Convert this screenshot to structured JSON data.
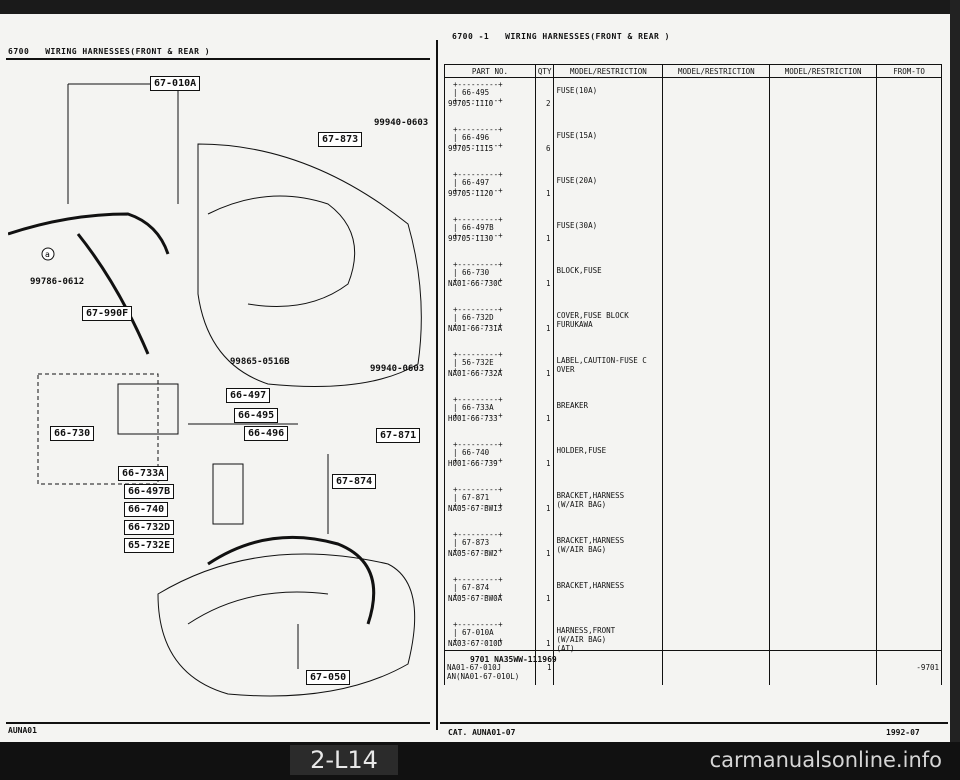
{
  "header": {
    "left_code": "6700",
    "left_title": "WIRING HARNESSES(FRONT & REAR )",
    "right_code": "6700  -1",
    "right_title": "WIRING HARNESSES(FRONT & REAR )"
  },
  "diagram": {
    "callouts": [
      "67-010A",
      "67-873",
      "67-990F",
      "66-497",
      "66-495",
      "66-496",
      "66-730",
      "66-733A",
      "66-497B",
      "66-740",
      "66-732D",
      "65-732E",
      "67-871",
      "67-874",
      "67-050"
    ],
    "part_numbers": [
      "99940-0603",
      "99786-0612",
      "99865-0516B",
      "99940-0603"
    ],
    "circle_mark": "a"
  },
  "table": {
    "headers": [
      "PART NO.",
      "QTY",
      "MODEL/RESTRICTION",
      "MODEL/RESTRICTION",
      "MODEL/RESTRICTION",
      "FROM-TO"
    ],
    "rows": [
      {
        "box": "66-495",
        "part": "99705-1110",
        "qty": "2",
        "desc": [
          "FUSE(10A)"
        ]
      },
      {
        "box": "66-496",
        "part": "99705-1115",
        "qty": "6",
        "desc": [
          "FUSE(15A)"
        ]
      },
      {
        "box": "66-497",
        "part": "99705-1120",
        "qty": "1",
        "desc": [
          "FUSE(20A)"
        ]
      },
      {
        "box": "66-497B",
        "part": "99705-1130",
        "qty": "1",
        "desc": [
          "FUSE(30A)"
        ]
      },
      {
        "box": "66-730",
        "part": "NA01-66-730C",
        "qty": "1",
        "desc": [
          "BLOCK,FUSE"
        ]
      },
      {
        "box": "66-732D",
        "part": "NA01-66-731A",
        "qty": "1",
        "desc": [
          "COVER,FUSE BLOCK",
          "FURUKAWA"
        ]
      },
      {
        "box": "56-732E",
        "part": "NA01-66-732A",
        "qty": "1",
        "desc": [
          "LABEL,CAUTION-FUSE C",
          "OVER"
        ]
      },
      {
        "box": "66-733A",
        "part": "H001-66-733",
        "qty": "1",
        "desc": [
          "BREAKER"
        ]
      },
      {
        "box": "66-740",
        "part": "H001-66-739",
        "qty": "1",
        "desc": [
          "HOLDER,FUSE"
        ]
      },
      {
        "box": "67-871",
        "part": "NA05-67-BW13",
        "qty": "1",
        "desc": [
          "BRACKET,HARNESS",
          "(W/AIR BAG)"
        ]
      },
      {
        "box": "67-873",
        "part": "NA05-67-BW2",
        "qty": "1",
        "desc": [
          "BRACKET,HARNESS",
          "(W/AIR BAG)"
        ]
      },
      {
        "box": "67-874",
        "part": "NA05-67-BW0A",
        "qty": "1",
        "desc": [
          "BRACKET,HARNESS"
        ]
      },
      {
        "box": "67-010A",
        "part": "NA03-67-010D",
        "qty": "1",
        "desc": [
          "HARNESS,FRONT",
          "(W/AIR BAG)",
          "(AT)"
        ]
      }
    ],
    "last_entry": {
      "part": "NA01-67-010J",
      "part2": "AN(NA01-67-010L)",
      "qty": "1",
      "from_to": "-9701"
    },
    "end_note": "9701 NA35WW-111969"
  },
  "footer": {
    "left": "AUNA01",
    "cat": "CAT. AUNA01-07",
    "year": "1992-07",
    "page_badge": "2-L14",
    "watermark": "carmanualsonline.info"
  }
}
